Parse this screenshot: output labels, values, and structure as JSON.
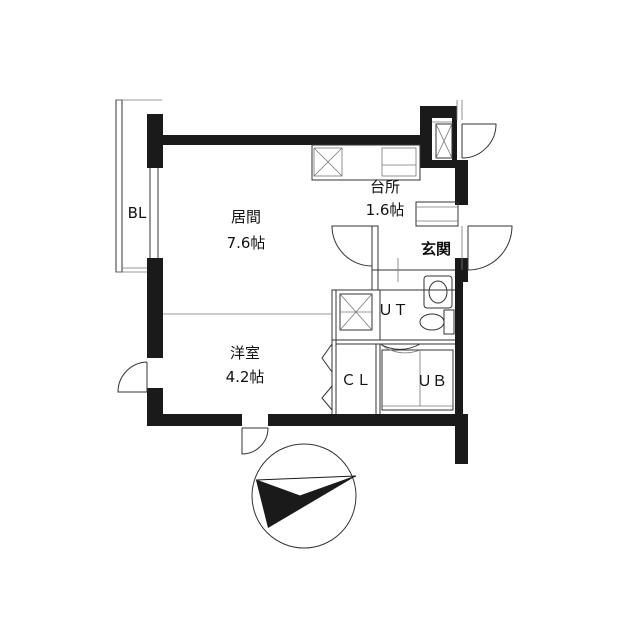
{
  "rooms": {
    "living": {
      "name": "居間",
      "size": "7.6帖"
    },
    "kitchen": {
      "name": "台所",
      "size": "1.6帖"
    },
    "entrance": {
      "name": "玄関"
    },
    "western": {
      "name": "洋室",
      "size": "4.2帖"
    },
    "toilet": {
      "name": "ＵＴ"
    },
    "closet": {
      "name": "ＣＬ"
    },
    "bath": {
      "name": "ＵＢ"
    },
    "balcony": {
      "name": "BL"
    }
  },
  "colors": {
    "wall": "#1a1a1a",
    "line": "#333333",
    "compass": "#1a1a1a"
  },
  "icons": [
    "north-arrow-icon"
  ]
}
